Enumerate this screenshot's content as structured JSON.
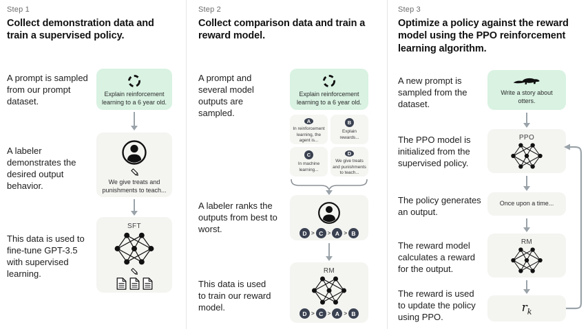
{
  "colors": {
    "green_box": "#d9f2e2",
    "gray_box": "#f4f4f1",
    "chip_dark": "#3a4150",
    "arrow_gray": "#9aa3a9",
    "step_label_gray": "#6b6b6b"
  },
  "step1": {
    "label": "Step 1",
    "title": "Collect demonstration data and train a supervised policy.",
    "captions": {
      "prompt": "A prompt is sampled from our prompt dataset.",
      "labeler": "A labeler demonstrates the desired output behavior.",
      "finetune": "This data is used to fine-tune GPT-3.5 with supervised learning."
    },
    "prompt_box": {
      "icon": "cycle-icon",
      "text": "Explain reinforcement learning to a 6 year old."
    },
    "labeler_box": {
      "icon": "person-icon",
      "text": "We give treats and punishments to teach..."
    },
    "sft_box": {
      "label": "SFT",
      "icons": [
        "network-icon",
        "pencil-icon",
        "document-icon"
      ]
    }
  },
  "step2": {
    "label": "Step 2",
    "title": "Collect comparison data and train a reward model.",
    "captions": {
      "sampled": "A prompt and several model outputs are sampled.",
      "ranks": "A labeler ranks the outputs from best to worst.",
      "train": "This data is used to train our reward model."
    },
    "prompt_box": {
      "icon": "cycle-icon",
      "text": "Explain reinforcement learning to a 6 year old."
    },
    "options": [
      {
        "id": "A",
        "text": "In reinforcement learning, the agent is..."
      },
      {
        "id": "B",
        "text": "Explain rewards..."
      },
      {
        "id": "C",
        "text": "In machine learning..."
      },
      {
        "id": "D",
        "text": "We give treats and punishments to teach..."
      }
    ],
    "ranking": [
      "D",
      "C",
      "A",
      "B"
    ],
    "rank_sep": ">",
    "rm_box": {
      "label": "RM",
      "icon": "network-icon"
    }
  },
  "step3": {
    "label": "Step 3",
    "title": "Optimize a policy against the reward model using the PPO reinforcement learning algorithm.",
    "captions": {
      "new_prompt": "A new prompt is sampled from the dataset.",
      "ppo_init": "The PPO model is initialized from the supervised policy.",
      "generates": "The policy generates an output.",
      "reward_calc": "The reward model calculates a reward for the output.",
      "reward_update": "The reward is used to update the policy using PPO."
    },
    "prompt_box": {
      "icon": "otter-icon",
      "text": "Write a story about otters."
    },
    "ppo_box": {
      "label": "PPO",
      "icon": "network-icon"
    },
    "output_box": {
      "text": "Once upon a time..."
    },
    "rm_box": {
      "label": "RM",
      "icon": "network-icon"
    },
    "reward_box": {
      "symbol": "r",
      "subscript": "k"
    }
  }
}
